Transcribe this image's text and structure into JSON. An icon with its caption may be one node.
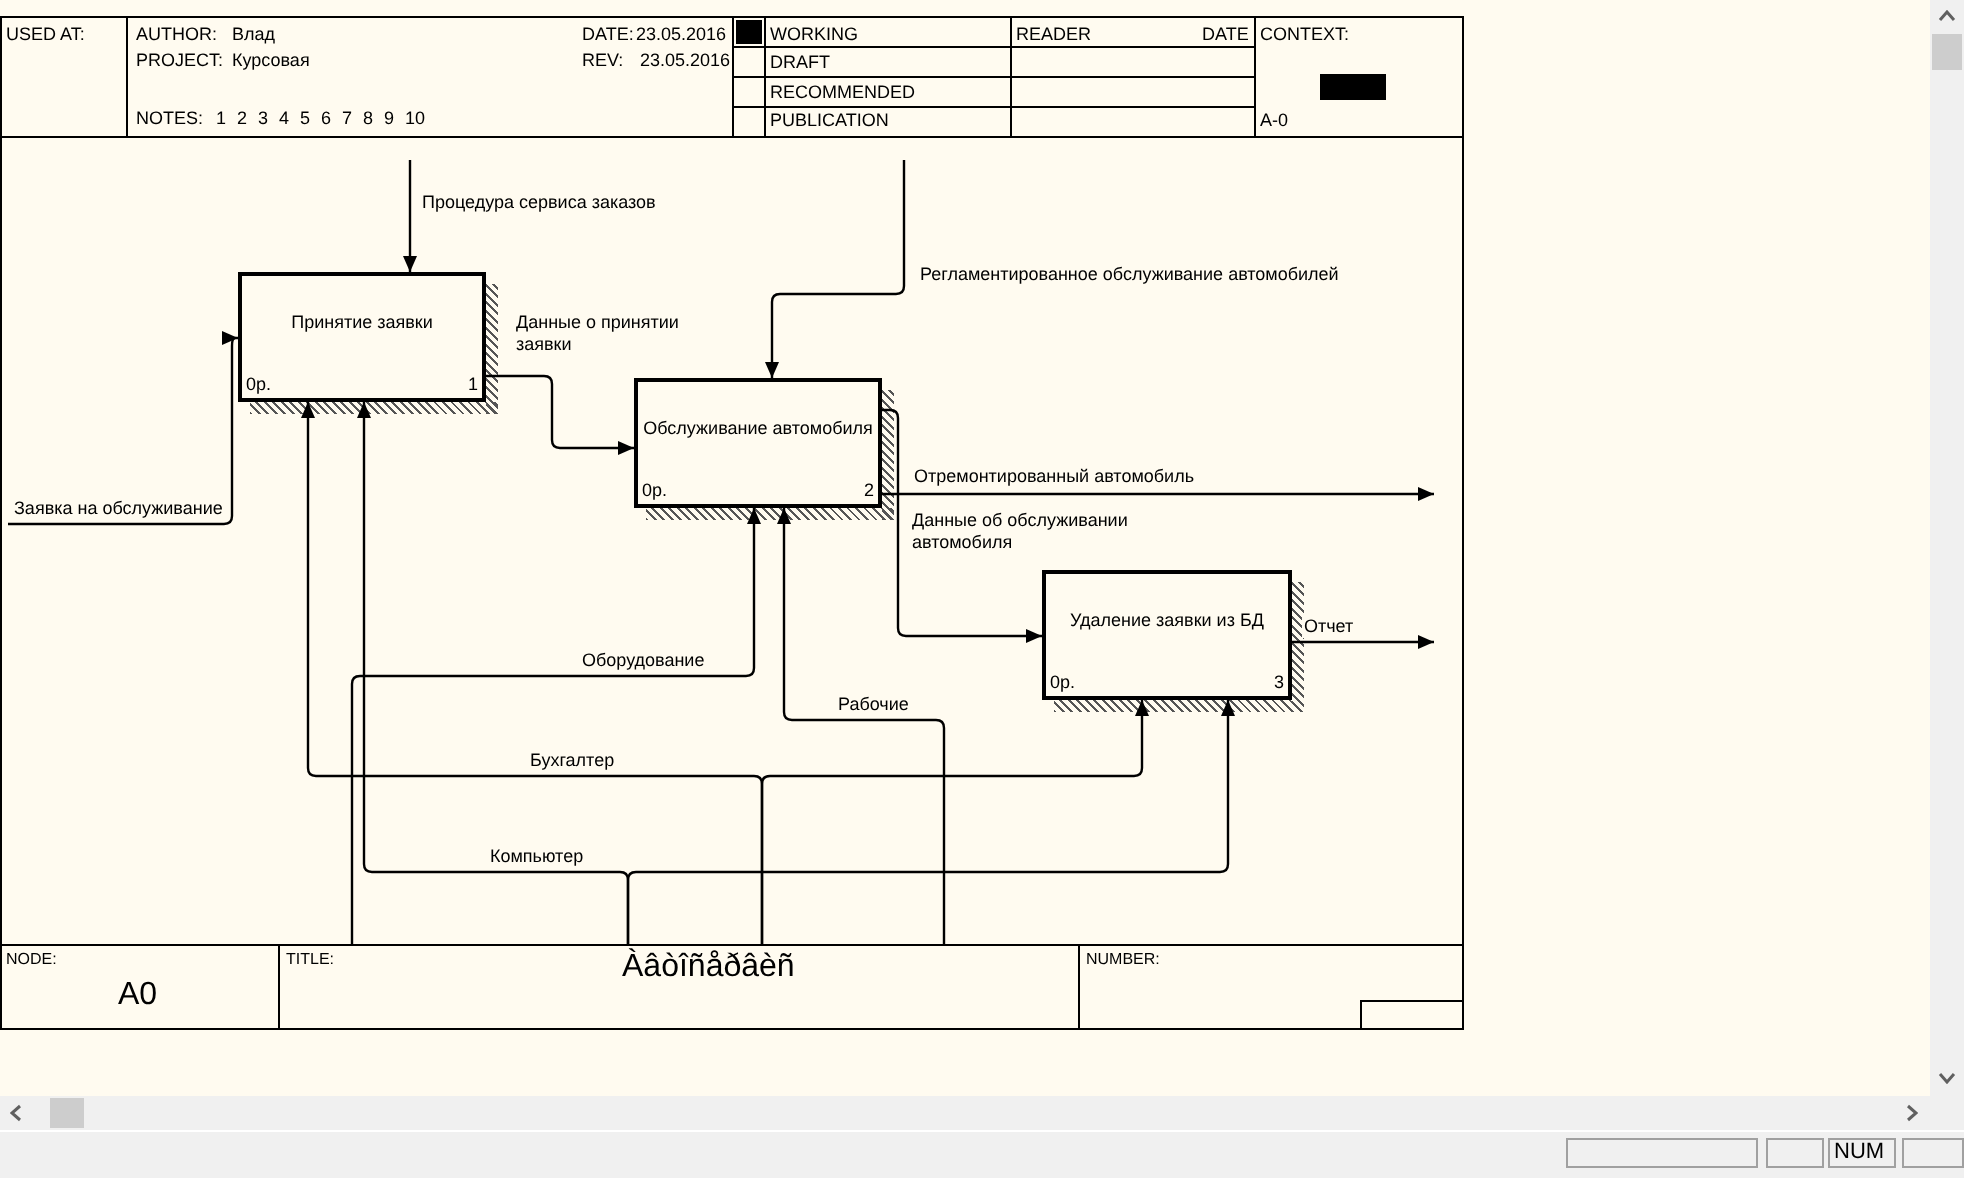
{
  "diagram": {
    "title": "Àâòîñåðâèñ",
    "nodes": [
      {
        "text": [
          "Принятие заявки",
          "0р.",
          "1"
        ]
      },
      {
        "text": [
          "Обслуживание автомобиля",
          "0р.",
          "2"
        ]
      },
      {
        "text": [
          "Удаление заявки из БД",
          "0р.",
          "3"
        ]
      }
    ],
    "edges": [
      {
        "from": null,
        "to": 0,
        "arrow": "to",
        "label": "Процедура сервиса заказов"
      },
      {
        "from": null,
        "to": 0,
        "arrow": "to",
        "label": "Заявка на обслуживание"
      },
      {
        "from": 0,
        "to": 1,
        "arrow": "to",
        "label": "Данные о принятии заявки"
      },
      {
        "from": null,
        "to": 1,
        "arrow": "to",
        "label": "Регламентированное обслуживание автомобилей"
      },
      {
        "from": 1,
        "to": null,
        "arrow": "to",
        "label": "Отремонтированный автомобиль"
      },
      {
        "from": 1,
        "to": 2,
        "arrow": "to",
        "label": "Данные об обслуживании автомобиля"
      },
      {
        "from": 2,
        "to": null,
        "arrow": "to",
        "label": "Отчет"
      },
      {
        "from": null,
        "to": 1,
        "arrow": "to",
        "label": "Оборудование"
      },
      {
        "from": null,
        "to": 1,
        "arrow": "to",
        "label": "Рабочие"
      },
      {
        "from": null,
        "to": 0,
        "arrow": "to",
        "label": "Бухгалтер"
      },
      {
        "from": null,
        "to": 2,
        "arrow": "to"
      },
      {
        "from": null,
        "to": 0,
        "arrow": "to",
        "label": "Компьютер"
      },
      {
        "from": null,
        "to": 2,
        "arrow": "to"
      }
    ],
    "labels": [
      "USED AT:",
      "AUTHOR:",
      "Влад",
      "DATE:",
      "23.05.2016",
      "WORKING",
      "READER",
      "DATE",
      "CONTEXT:",
      "PROJECT:",
      "Курсовая",
      "REV:",
      "23.05.2016",
      "DRAFT",
      "RECOMMENDED",
      "NOTES:",
      "1 2 3 4 5 6 7 8 9 10",
      "PUBLICATION",
      "A-0",
      "NODE:",
      "TITLE:",
      "NUMBER:",
      "A0",
      "NUM"
    ]
  }
}
